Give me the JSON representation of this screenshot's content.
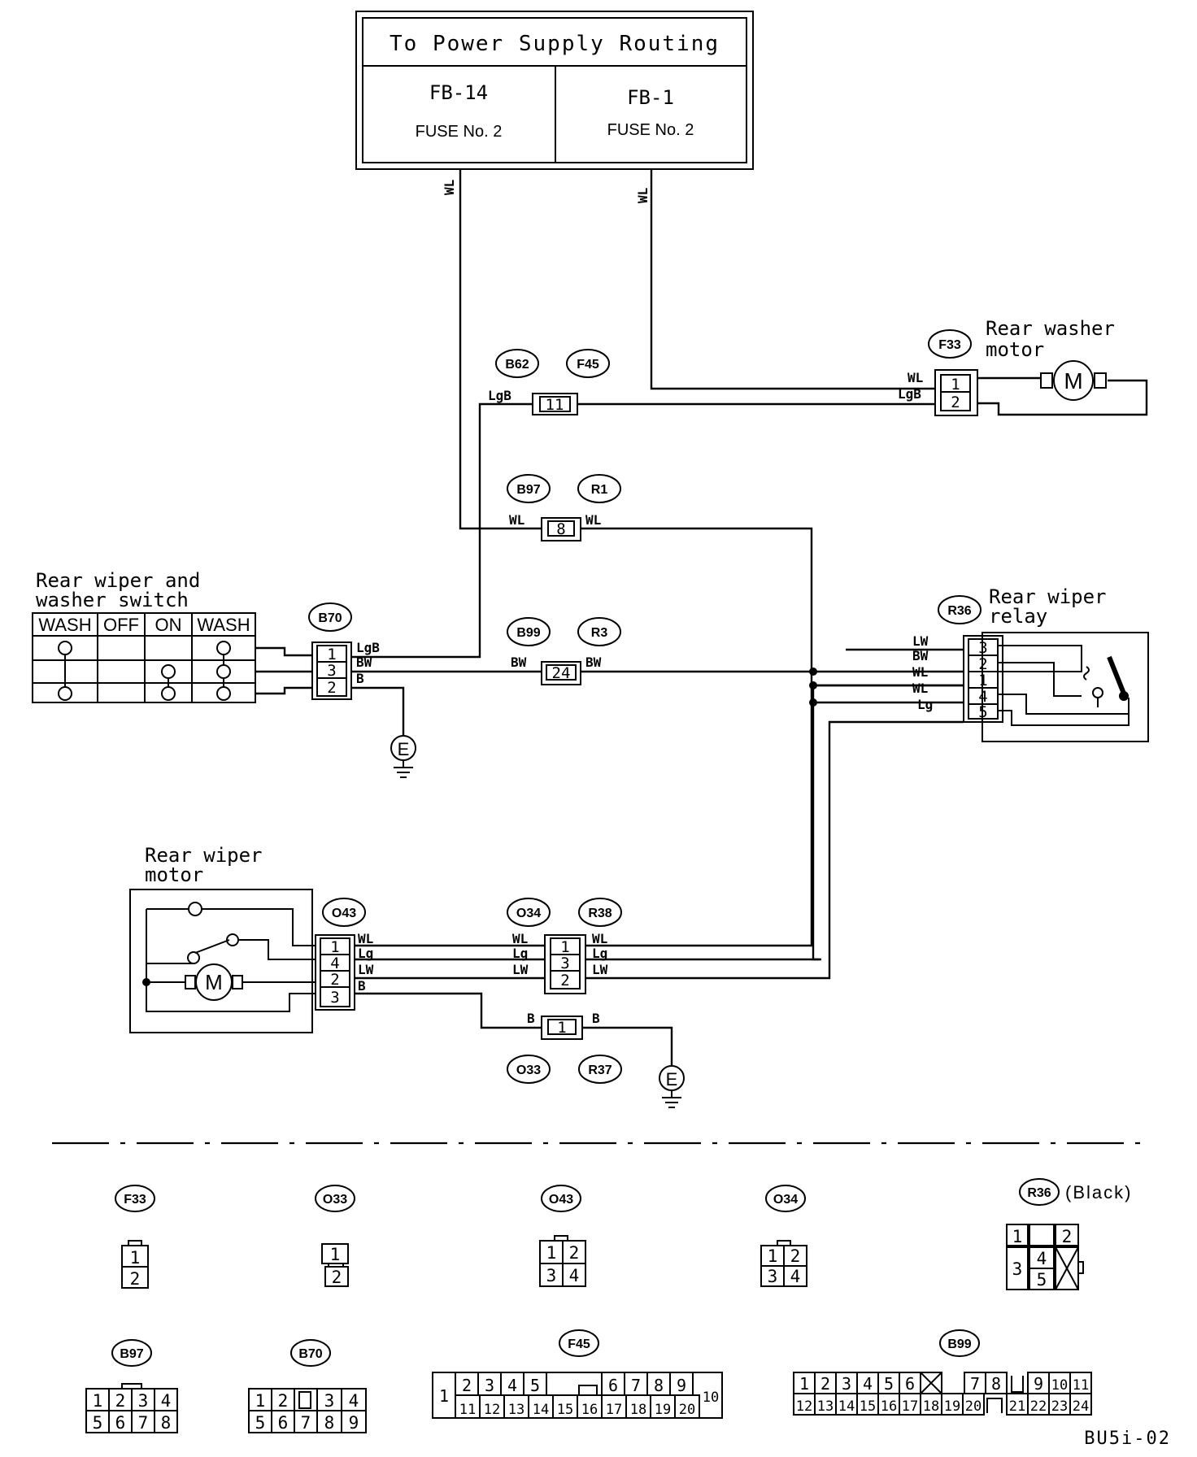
{
  "power": {
    "title": "To Power Supply Routing",
    "left_fuse_id": "FB-14",
    "left_fuse": "FUSE No. 2",
    "right_fuse_id": "FB-1",
    "right_fuse": "FUSE No. 2"
  },
  "wires": {
    "wl": "WL",
    "lgb": "LgB",
    "bw": "BW",
    "b": "B",
    "lw": "LW",
    "lg": "Lg"
  },
  "components": {
    "rear_washer_motor": [
      "Rear washer",
      "motor"
    ],
    "rear_wiper_switch": [
      "Rear wiper and",
      "washer switch"
    ],
    "rear_wiper_relay": [
      "Rear wiper",
      "relay"
    ],
    "rear_wiper_motor": [
      "Rear wiper",
      "motor"
    ],
    "switch_columns": [
      "WASH",
      "OFF",
      "ON",
      "WASH"
    ],
    "motor_symbol": "M",
    "ground_symbol": "E"
  },
  "connector_tags": {
    "b62": "B62",
    "f45": "F45",
    "f33": "F33",
    "b97": "B97",
    "r1": "R1",
    "b70": "B70",
    "b99": "B99",
    "r3": "R3",
    "r36": "R36",
    "o43": "O43",
    "o34": "O34",
    "r38": "R38",
    "o33": "O33",
    "r37": "R37"
  },
  "pins": {
    "b62_f45": "11",
    "b97_r1": "8",
    "b99_r3": "24",
    "o33_r37": "1",
    "f33": [
      "1",
      "2"
    ],
    "b70": [
      "1",
      "3",
      "2"
    ],
    "r36": [
      "3",
      "2",
      "1",
      "4",
      "5"
    ],
    "o43": [
      "1",
      "4",
      "2",
      "3"
    ],
    "o34": [
      "1",
      "3",
      "2"
    ]
  },
  "legend": {
    "r36_color": "(Black)",
    "f33": [
      "1",
      "2"
    ],
    "o33": [
      "1",
      "2"
    ],
    "o43": [
      "1",
      "2",
      "3",
      "4"
    ],
    "o34": [
      "1",
      "2",
      "3",
      "4"
    ],
    "r36": [
      "1",
      "2",
      "3",
      "4",
      "5"
    ],
    "b97": [
      "1",
      "2",
      "3",
      "4",
      "5",
      "6",
      "7",
      "8"
    ],
    "b70": [
      "1",
      "2",
      "3",
      "4",
      "5",
      "6",
      "7",
      "8",
      "9"
    ],
    "f45_top": [
      "1",
      "2",
      "3",
      "4",
      "5",
      "6",
      "7",
      "8",
      "9",
      "10"
    ],
    "f45_bottom": [
      "11",
      "12",
      "13",
      "14",
      "15",
      "16",
      "17",
      "18",
      "19",
      "20"
    ],
    "b99_top": [
      "1",
      "2",
      "3",
      "4",
      "5",
      "6",
      "7",
      "8",
      "9",
      "10",
      "11"
    ],
    "b99_bottom": [
      "12",
      "13",
      "14",
      "15",
      "16",
      "17",
      "18",
      "19",
      "20",
      "21",
      "22",
      "23",
      "24"
    ]
  },
  "diagram_code": "BU5i-02"
}
